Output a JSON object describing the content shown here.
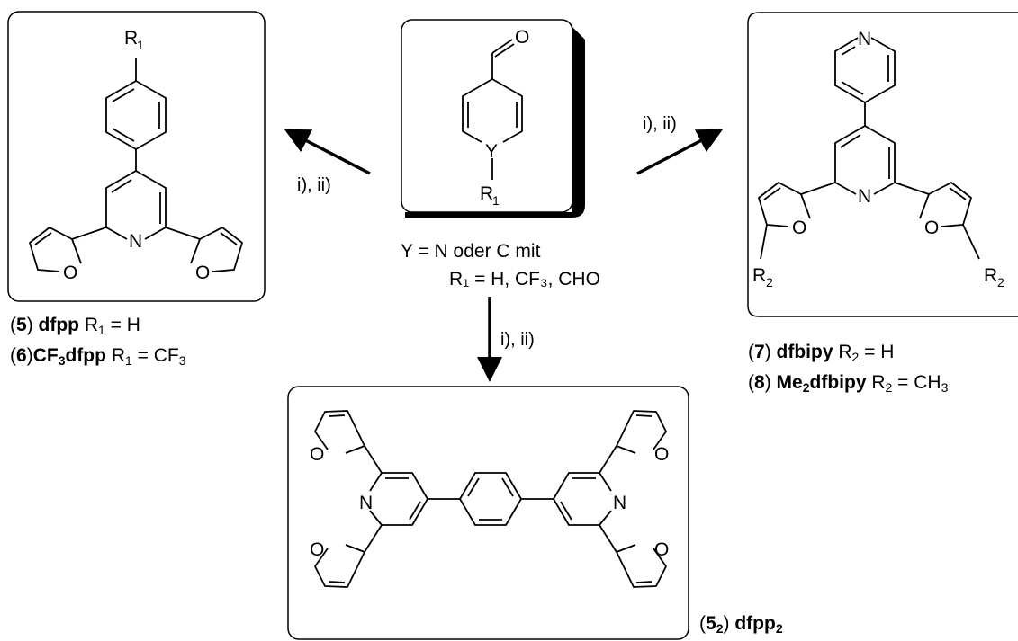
{
  "atoms": {
    "n": "N",
    "o": "O",
    "y": "Y",
    "r": "R",
    "sub_1": "1",
    "sub_2": "2"
  },
  "conditions": {
    "reagents": "i), ii)"
  },
  "start_material": {
    "line1": "Y = N oder C mit",
    "line2": "R₁ = H, CF₃, CHO"
  },
  "compounds": {
    "c5": {
      "open": "(",
      "num": "5",
      "close": ")",
      "name": "dfpp",
      "rest": "R",
      "sub": "1",
      "eq": " = H"
    },
    "c6": {
      "open": "(",
      "num": "6",
      "close": ")",
      "name_a": "CF",
      "name_sub": "3",
      "name_b": "dfpp",
      "rest": "R",
      "sub": "1",
      "eq": " = CF",
      "eq_sub": "3"
    },
    "c7": {
      "open": "(",
      "num": "7",
      "close": ")",
      "name": "dfbipy",
      "rest": "R",
      "sub": "2",
      "eq": " = H"
    },
    "c8": {
      "open": "(",
      "num": "8",
      "close": ")",
      "name_a": "Me",
      "name_sub": "2",
      "name_b": "dfbipy",
      "rest": "R",
      "sub": "2",
      "eq": " = CH",
      "eq_sub": "3"
    },
    "c52": {
      "open": "(",
      "num": "5",
      "num_sub": "2",
      "close": ")",
      "name": "dfpp",
      "name_sub": "2"
    }
  }
}
